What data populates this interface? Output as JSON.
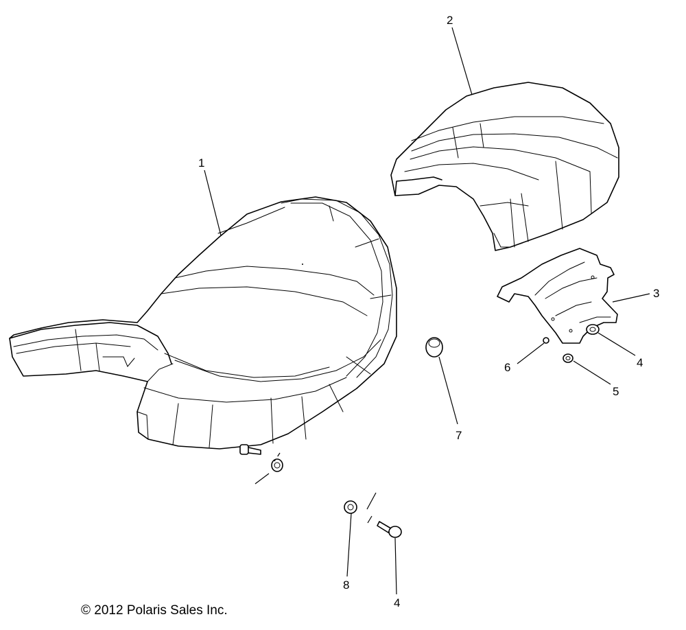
{
  "callouts": {
    "c1": "1",
    "c2": "2",
    "c3": "3",
    "c4a": "4",
    "c5": "5",
    "c6": "6",
    "c7": "7",
    "c8": "8",
    "c4b": "4"
  },
  "copyright": "© 2012 Polaris Sales Inc."
}
